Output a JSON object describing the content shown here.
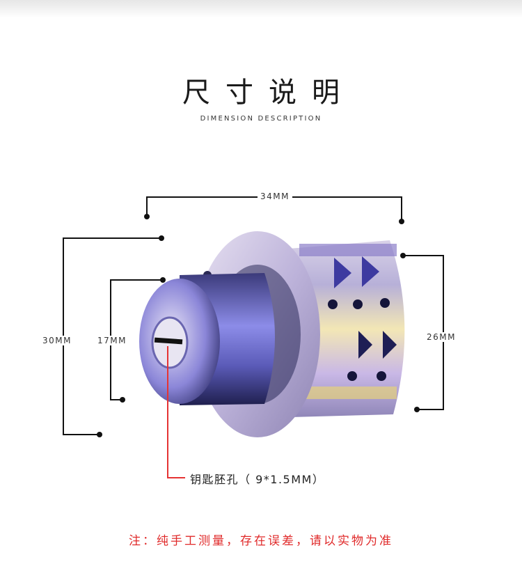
{
  "header": {
    "title": "尺寸说明",
    "subtitle": "DIMENSION DESCRIPTION"
  },
  "dimensions": {
    "top_width": "34MM",
    "outer_height": "30MM",
    "inner_height": "17MM",
    "right_height": "26MM"
  },
  "callout": {
    "keyhole": "钥匙胚孔（ 9*1.5MM）"
  },
  "footer": {
    "note": "注：纯手工测量，存在误差，请以实物为准"
  },
  "colors": {
    "note_text": "#e02a2a",
    "callout_line": "#e53333",
    "dimension_line": "#111111"
  }
}
